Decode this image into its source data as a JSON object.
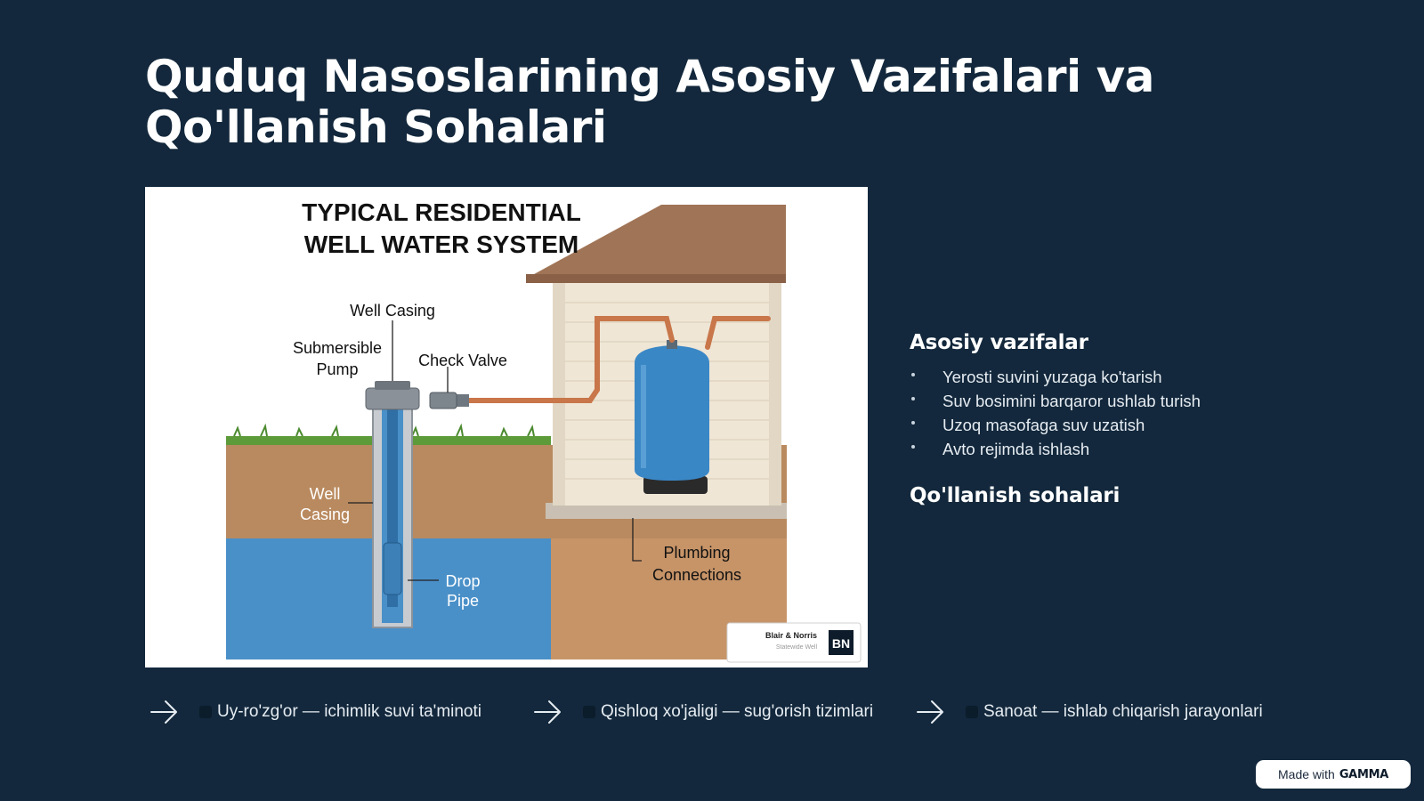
{
  "slide": {
    "title_line1": "Quduq Nasoslarining Asosiy Vazifalari va",
    "title_line2": "Qo'llanish Sohalari"
  },
  "diagram": {
    "title_line1": "TYPICAL RESIDENTIAL",
    "title_line2": "WELL WATER SYSTEM",
    "labels": {
      "well_casing_top": "Well Casing",
      "submersible_pump_1": "Submersible",
      "submersible_pump_2": "Pump",
      "check_valve": "Check Valve",
      "well_casing_side_1": "Well",
      "well_casing_side_2": "Casing",
      "drop_pipe_1": "Drop",
      "drop_pipe_2": "Pipe",
      "plumbing_1": "Plumbing",
      "plumbing_2": "Connections"
    },
    "watermark": {
      "company": "Blair & Norris",
      "tagline": "Statewide Well",
      "logo": "BN"
    },
    "colors": {
      "water": "#4a90c8",
      "soil": "#b98a5f",
      "grass": "#5d9a3a",
      "tank": "#3a87c6",
      "pipe": "#c8764a",
      "roof": "#a07456",
      "siding": "#efe6d6"
    }
  },
  "main_functions": {
    "heading": "Asosiy vazifalar",
    "items": [
      "Yerosti suvini yuzaga ko'tarish",
      "Suv bosimini barqaror ushlab turish",
      "Uzoq masofaga suv uzatish",
      "Avto rejimda ishlash"
    ]
  },
  "applications": {
    "heading": "Qo'llanish sohalari",
    "items": [
      {
        "icon": "house-emoji-icon",
        "text": "Uy-ro'zg'or — ichimlik suvi ta'minoti"
      },
      {
        "icon": "plant-emoji-icon",
        "text": "Qishloq xo'jaligi — sug'orish tizimlari"
      },
      {
        "icon": "factory-emoji-icon",
        "text": "Sanoat — ishlab chiqarish jarayonlari"
      }
    ]
  },
  "footer": {
    "made_with": "Made with",
    "brand": "GAMMA"
  },
  "theme": {
    "background": "#13283c",
    "text": "#ffffff"
  }
}
